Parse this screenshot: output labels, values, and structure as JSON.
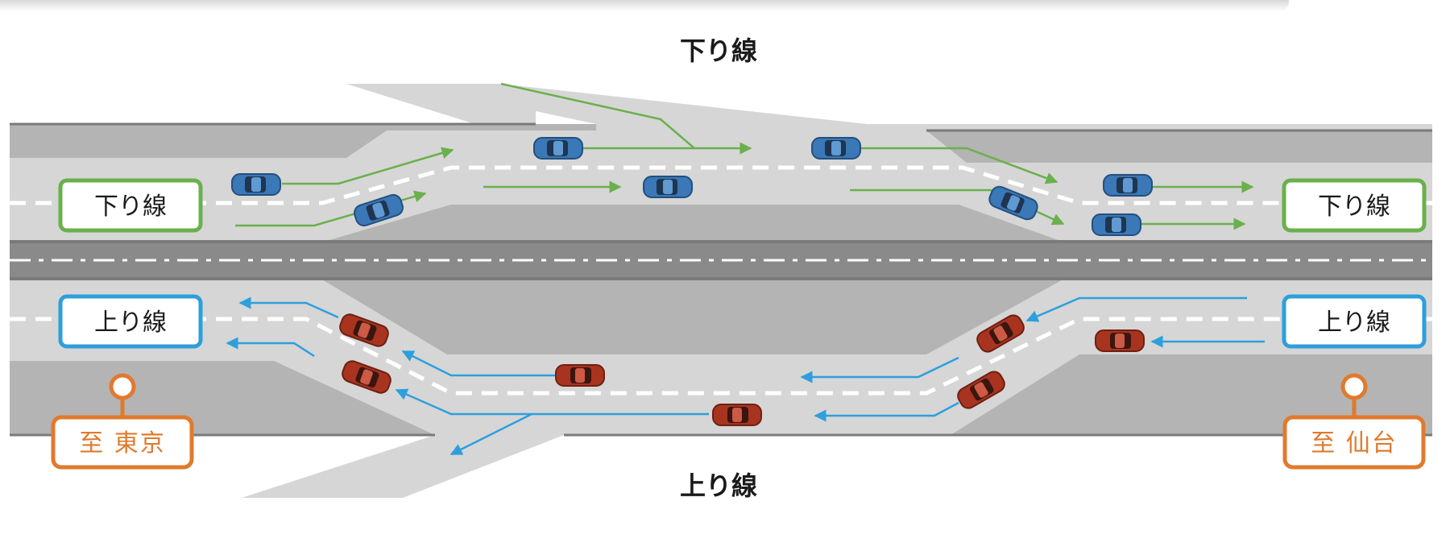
{
  "headings": {
    "top": "下り線",
    "bottom": "上り線"
  },
  "lane_labels": {
    "down_left": "下り線",
    "down_right": "下り線",
    "up_left": "上り線",
    "up_right": "上り線"
  },
  "destinations": {
    "left": "至 東京",
    "right": "至 仙台"
  },
  "colors": {
    "down_line": "#6ab04c",
    "up_line": "#2e9fdc",
    "destination": "#e07a2e",
    "down_car": "#3a78b8",
    "up_car": "#a8341f",
    "road_light": "#d6d6d6",
    "road_medium": "#b4b4b4",
    "road_dark": "#8a8a8a"
  }
}
